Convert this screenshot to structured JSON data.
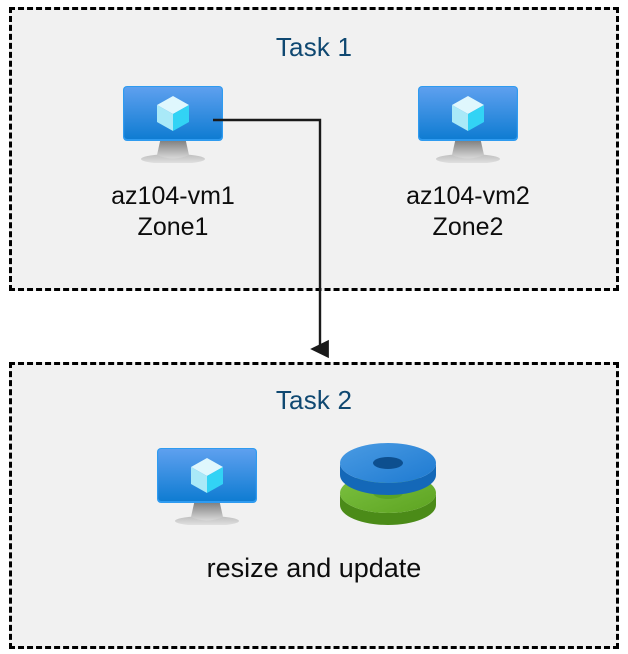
{
  "diagram": {
    "title_color": "#0f4871",
    "label_color": "#0d0d0d",
    "box_fill": "#f1f1f1",
    "box_border_color": "#000000",
    "connector_color": "#1a1a1a"
  },
  "task1": {
    "title": "Task 1",
    "nodes": [
      {
        "icon": "virtual-machine-icon",
        "name": "az104-vm1",
        "zone": "Zone1",
        "label": "az104-vm1\nZone1"
      },
      {
        "icon": "virtual-machine-icon",
        "name": "az104-vm2",
        "zone": "Zone2",
        "label": "az104-vm2\nZone2"
      }
    ]
  },
  "task2": {
    "title": "Task 2",
    "icons": [
      {
        "icon": "virtual-machine-icon",
        "name": "virtual machine"
      },
      {
        "icon": "disks-icon",
        "name": "disks"
      }
    ],
    "caption": "resize and update"
  },
  "connector": {
    "from": "az104-vm1",
    "to": "Task 2",
    "style": "elbow-arrow"
  },
  "icon_colors": {
    "vm_screen_top": "#5ea0ef",
    "vm_screen_bottom": "#0f7cd2",
    "vm_screen_edge": "#2f9bf0",
    "vm_stand_dark": "#767676",
    "vm_stand_light": "#d6d6d6",
    "vm_cube_light": "#c3f1fb",
    "vm_cube_mid": "#9ae6f7",
    "vm_cube_bright": "#32d3f5",
    "disk_blue_top": "#3c8fdb",
    "disk_blue_side": "#1b74cc",
    "disk_blue_hole": "#0d4f8f",
    "disk_green_top": "#6eba2a",
    "disk_green_side": "#4e8f1c",
    "disk_green_hole": "#5aa324"
  }
}
